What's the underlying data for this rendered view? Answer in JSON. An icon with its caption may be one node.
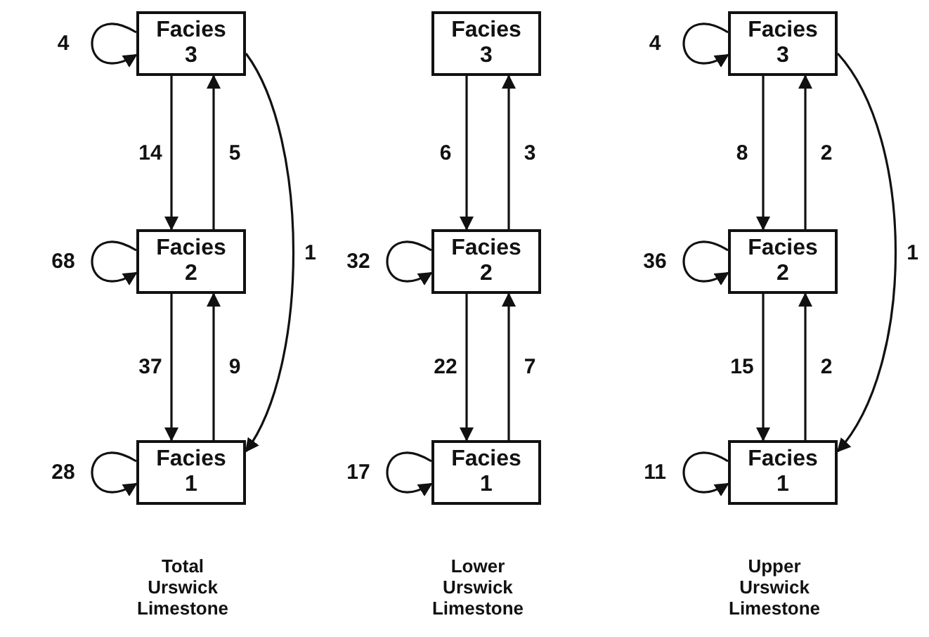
{
  "diagram": {
    "nodes": [
      {
        "text": [
          "Facies 3"
        ]
      },
      {
        "text": [
          "Facies 2"
        ]
      },
      {
        "text": [
          "Facies 1"
        ]
      },
      {
        "text": [
          "Facies 3"
        ]
      },
      {
        "text": [
          "Facies 2"
        ]
      },
      {
        "text": [
          "Facies 1"
        ]
      },
      {
        "text": [
          "Facies 3"
        ]
      },
      {
        "text": [
          "Facies 2"
        ]
      },
      {
        "text": [
          "Facies 1"
        ]
      }
    ],
    "edges": [
      {
        "from": 0,
        "to": 0,
        "arrow": "to",
        "label": "4"
      },
      {
        "from": 1,
        "to": 1,
        "arrow": "to",
        "label": "68"
      },
      {
        "from": 2,
        "to": 2,
        "arrow": "to",
        "label": "28"
      },
      {
        "from": 0,
        "to": 1,
        "arrow": "to",
        "label": "14"
      },
      {
        "from": 1,
        "to": 0,
        "arrow": "to",
        "label": "5"
      },
      {
        "from": 1,
        "to": 2,
        "arrow": "to",
        "label": "37"
      },
      {
        "from": 2,
        "to": 1,
        "arrow": "to",
        "label": "9"
      },
      {
        "from": 0,
        "to": 2,
        "arrow": "to",
        "label": "1"
      },
      {
        "from": 4,
        "to": 4,
        "arrow": "to",
        "label": "32"
      },
      {
        "from": 5,
        "to": 5,
        "arrow": "to",
        "label": "17"
      },
      {
        "from": 3,
        "to": 4,
        "arrow": "to",
        "label": "6"
      },
      {
        "from": 4,
        "to": 3,
        "arrow": "to",
        "label": "3"
      },
      {
        "from": 4,
        "to": 5,
        "arrow": "to",
        "label": "22"
      },
      {
        "from": 5,
        "to": 4,
        "arrow": "to",
        "label": "7"
      },
      {
        "from": 6,
        "to": 6,
        "arrow": "to",
        "label": "4"
      },
      {
        "from": 7,
        "to": 7,
        "arrow": "to",
        "label": "36"
      },
      {
        "from": 8,
        "to": 8,
        "arrow": "to",
        "label": "11"
      },
      {
        "from": 6,
        "to": 7,
        "arrow": "to",
        "label": "8"
      },
      {
        "from": 7,
        "to": 6,
        "arrow": "to",
        "label": "2"
      },
      {
        "from": 7,
        "to": 8,
        "arrow": "to",
        "label": "15"
      },
      {
        "from": 8,
        "to": 7,
        "arrow": "to",
        "label": "2"
      },
      {
        "from": 6,
        "to": 8,
        "arrow": "to",
        "label": "1"
      }
    ],
    "labels": [
      "Total Urswick Limestone",
      "Lower Urswick Limestone",
      "Upper Urswick Limestone"
    ]
  }
}
